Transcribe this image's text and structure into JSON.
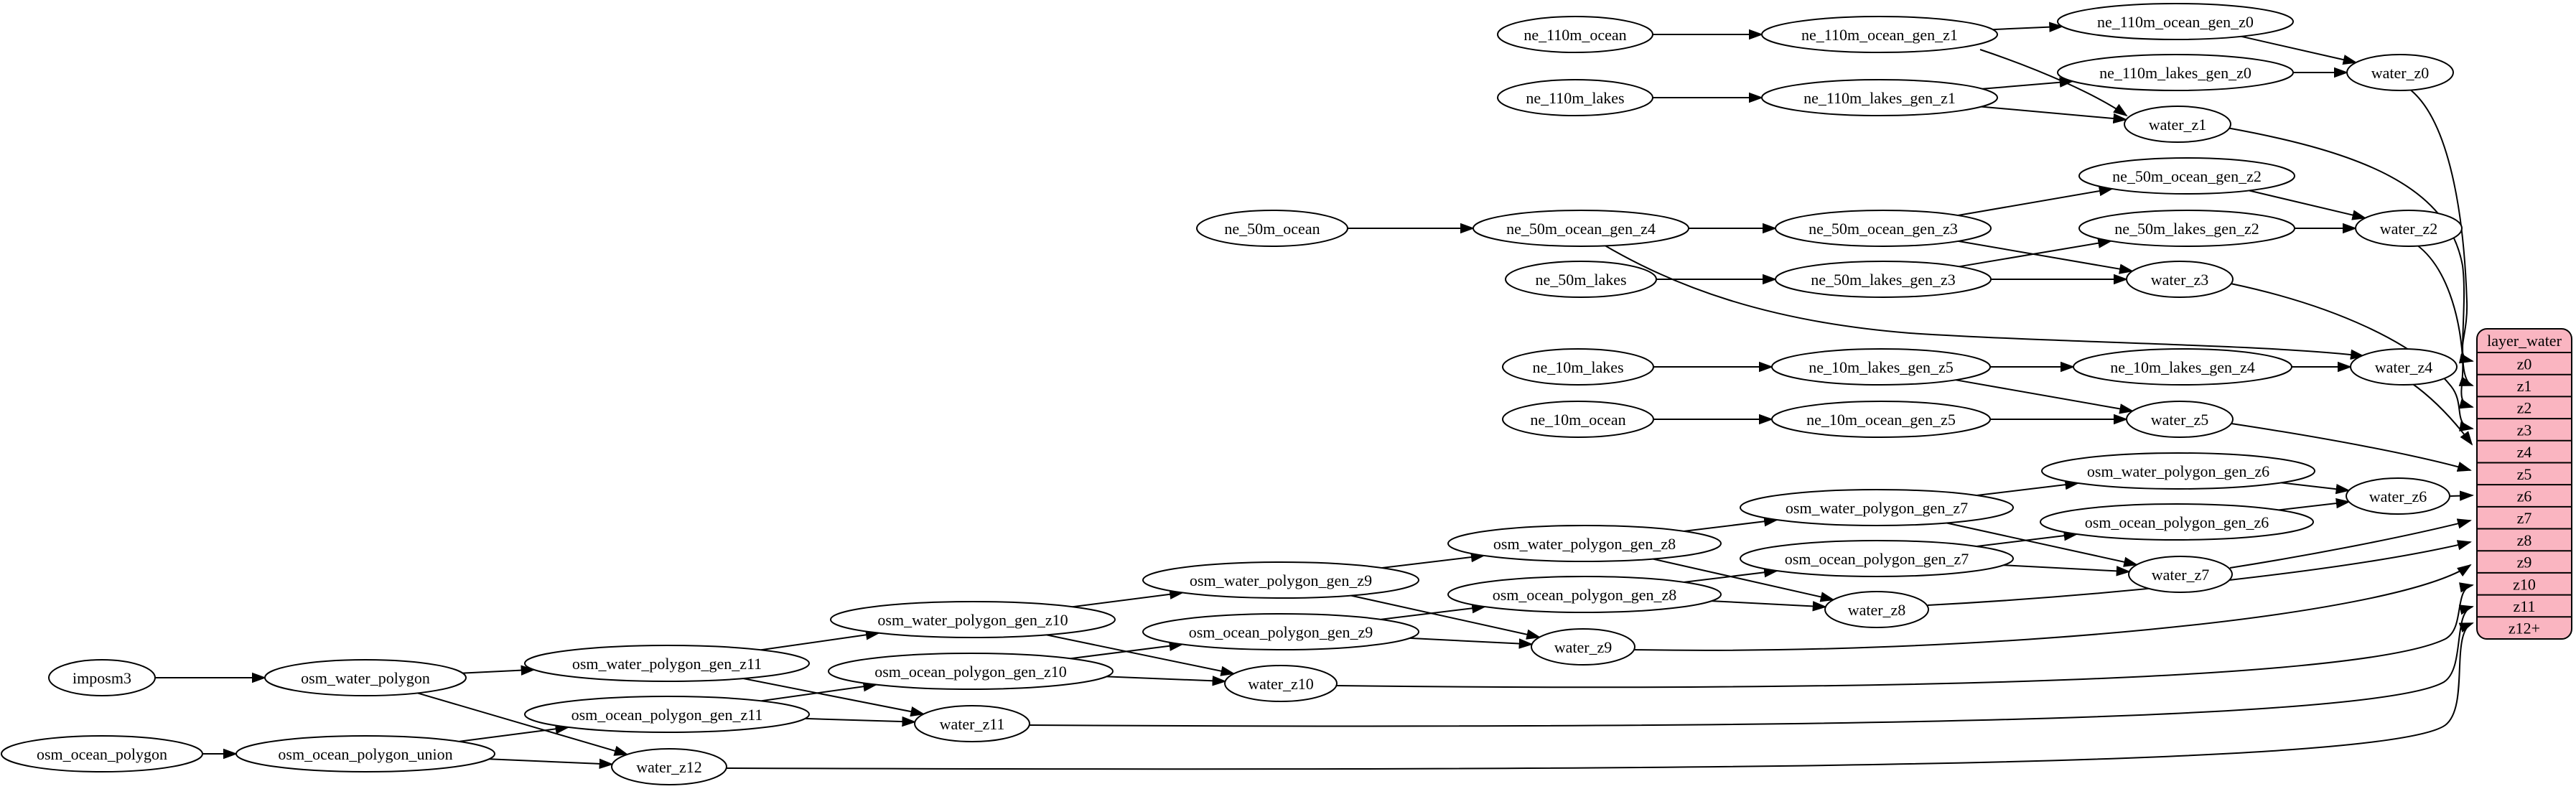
{
  "diagram": {
    "colors": {
      "background": "#ffffff",
      "node_fill": "#ffffff",
      "node_stroke": "#000000",
      "edge_stroke": "#000000",
      "table_fill": "#fab5c1",
      "table_stroke": "#000000",
      "text": "#000000"
    },
    "nodes": [
      {
        "id": "ne_110m_ocean",
        "label": "ne_110m_ocean"
      },
      {
        "id": "ne_110m_ocean_gen_z1",
        "label": "ne_110m_ocean_gen_z1"
      },
      {
        "id": "ne_110m_ocean_gen_z0",
        "label": "ne_110m_ocean_gen_z0"
      },
      {
        "id": "ne_110m_lakes",
        "label": "ne_110m_lakes"
      },
      {
        "id": "ne_110m_lakes_gen_z1",
        "label": "ne_110m_lakes_gen_z1"
      },
      {
        "id": "ne_110m_lakes_gen_z0",
        "label": "ne_110m_lakes_gen_z0"
      },
      {
        "id": "water_z0",
        "label": "water_z0"
      },
      {
        "id": "water_z1",
        "label": "water_z1"
      },
      {
        "id": "ne_50m_ocean",
        "label": "ne_50m_ocean"
      },
      {
        "id": "ne_50m_ocean_gen_z4",
        "label": "ne_50m_ocean_gen_z4"
      },
      {
        "id": "ne_50m_ocean_gen_z3",
        "label": "ne_50m_ocean_gen_z3"
      },
      {
        "id": "ne_50m_ocean_gen_z2",
        "label": "ne_50m_ocean_gen_z2"
      },
      {
        "id": "ne_50m_lakes",
        "label": "ne_50m_lakes"
      },
      {
        "id": "ne_50m_lakes_gen_z3",
        "label": "ne_50m_lakes_gen_z3"
      },
      {
        "id": "ne_50m_lakes_gen_z2",
        "label": "ne_50m_lakes_gen_z2"
      },
      {
        "id": "water_z2",
        "label": "water_z2"
      },
      {
        "id": "water_z3",
        "label": "water_z3"
      },
      {
        "id": "ne_10m_lakes",
        "label": "ne_10m_lakes"
      },
      {
        "id": "ne_10m_lakes_gen_z5",
        "label": "ne_10m_lakes_gen_z5"
      },
      {
        "id": "ne_10m_lakes_gen_z4",
        "label": "ne_10m_lakes_gen_z4"
      },
      {
        "id": "ne_10m_ocean",
        "label": "ne_10m_ocean"
      },
      {
        "id": "ne_10m_ocean_gen_z5",
        "label": "ne_10m_ocean_gen_z5"
      },
      {
        "id": "water_z4",
        "label": "water_z4"
      },
      {
        "id": "water_z5",
        "label": "water_z5"
      },
      {
        "id": "osm_water_polygon_gen_z6",
        "label": "osm_water_polygon_gen_z6"
      },
      {
        "id": "osm_ocean_polygon_gen_z6",
        "label": "osm_ocean_polygon_gen_z6"
      },
      {
        "id": "water_z6",
        "label": "water_z6"
      },
      {
        "id": "osm_water_polygon_gen_z7",
        "label": "osm_water_polygon_gen_z7"
      },
      {
        "id": "osm_ocean_polygon_gen_z7",
        "label": "osm_ocean_polygon_gen_z7"
      },
      {
        "id": "water_z7",
        "label": "water_z7"
      },
      {
        "id": "osm_water_polygon_gen_z8",
        "label": "osm_water_polygon_gen_z8"
      },
      {
        "id": "osm_ocean_polygon_gen_z8",
        "label": "osm_ocean_polygon_gen_z8"
      },
      {
        "id": "water_z8",
        "label": "water_z8"
      },
      {
        "id": "osm_water_polygon_gen_z9",
        "label": "osm_water_polygon_gen_z9"
      },
      {
        "id": "osm_ocean_polygon_gen_z9",
        "label": "osm_ocean_polygon_gen_z9"
      },
      {
        "id": "water_z9",
        "label": "water_z9"
      },
      {
        "id": "osm_water_polygon_gen_z10",
        "label": "osm_water_polygon_gen_z10"
      },
      {
        "id": "osm_ocean_polygon_gen_z10",
        "label": "osm_ocean_polygon_gen_z10"
      },
      {
        "id": "water_z10",
        "label": "water_z10"
      },
      {
        "id": "osm_water_polygon_gen_z11",
        "label": "osm_water_polygon_gen_z11"
      },
      {
        "id": "osm_ocean_polygon_gen_z11",
        "label": "osm_ocean_polygon_gen_z11"
      },
      {
        "id": "water_z11",
        "label": "water_z11"
      },
      {
        "id": "imposm3",
        "label": "imposm3"
      },
      {
        "id": "osm_water_polygon",
        "label": "osm_water_polygon"
      },
      {
        "id": "osm_ocean_polygon",
        "label": "osm_ocean_polygon"
      },
      {
        "id": "osm_ocean_polygon_union",
        "label": "osm_ocean_polygon_union"
      },
      {
        "id": "water_z12",
        "label": "water_z12"
      }
    ],
    "table": {
      "id": "layer_water",
      "title": "layer_water",
      "rows": [
        "z0",
        "z1",
        "z2",
        "z3",
        "z4",
        "z5",
        "z6",
        "z7",
        "z8",
        "z9",
        "z10",
        "z11",
        "z12+"
      ]
    },
    "edges": [
      {
        "from": "ne_110m_ocean",
        "to": "ne_110m_ocean_gen_z1"
      },
      {
        "from": "ne_110m_ocean_gen_z1",
        "to": "ne_110m_ocean_gen_z0"
      },
      {
        "from": "ne_110m_ocean_gen_z1",
        "to": "water_z1"
      },
      {
        "from": "ne_110m_ocean_gen_z0",
        "to": "water_z0"
      },
      {
        "from": "ne_110m_lakes",
        "to": "ne_110m_lakes_gen_z1"
      },
      {
        "from": "ne_110m_lakes_gen_z1",
        "to": "ne_110m_lakes_gen_z0"
      },
      {
        "from": "ne_110m_lakes_gen_z1",
        "to": "water_z1"
      },
      {
        "from": "ne_110m_lakes_gen_z0",
        "to": "water_z0"
      },
      {
        "from": "water_z0",
        "to": "layer_water.z0"
      },
      {
        "from": "water_z1",
        "to": "layer_water.z1"
      },
      {
        "from": "ne_50m_ocean",
        "to": "ne_50m_ocean_gen_z4"
      },
      {
        "from": "ne_50m_ocean_gen_z4",
        "to": "ne_50m_ocean_gen_z3"
      },
      {
        "from": "ne_50m_ocean_gen_z4",
        "to": "water_z4"
      },
      {
        "from": "ne_50m_ocean_gen_z3",
        "to": "ne_50m_ocean_gen_z2"
      },
      {
        "from": "ne_50m_ocean_gen_z3",
        "to": "water_z3"
      },
      {
        "from": "ne_50m_ocean_gen_z2",
        "to": "water_z2"
      },
      {
        "from": "ne_50m_lakes",
        "to": "ne_50m_lakes_gen_z3"
      },
      {
        "from": "ne_50m_lakes_gen_z3",
        "to": "ne_50m_lakes_gen_z2"
      },
      {
        "from": "ne_50m_lakes_gen_z3",
        "to": "water_z3"
      },
      {
        "from": "ne_50m_lakes_gen_z2",
        "to": "water_z2"
      },
      {
        "from": "water_z2",
        "to": "layer_water.z2"
      },
      {
        "from": "water_z3",
        "to": "layer_water.z3"
      },
      {
        "from": "ne_10m_lakes",
        "to": "ne_10m_lakes_gen_z5"
      },
      {
        "from": "ne_10m_lakes_gen_z5",
        "to": "ne_10m_lakes_gen_z4"
      },
      {
        "from": "ne_10m_lakes_gen_z5",
        "to": "water_z5"
      },
      {
        "from": "ne_10m_lakes_gen_z4",
        "to": "water_z4"
      },
      {
        "from": "ne_10m_ocean",
        "to": "ne_10m_ocean_gen_z5"
      },
      {
        "from": "ne_10m_ocean_gen_z5",
        "to": "water_z5"
      },
      {
        "from": "water_z4",
        "to": "layer_water.z4"
      },
      {
        "from": "water_z5",
        "to": "layer_water.z5"
      },
      {
        "from": "imposm3",
        "to": "osm_water_polygon"
      },
      {
        "from": "osm_water_polygon",
        "to": "osm_water_polygon_gen_z11"
      },
      {
        "from": "osm_water_polygon",
        "to": "water_z12"
      },
      {
        "from": "osm_ocean_polygon",
        "to": "osm_ocean_polygon_union"
      },
      {
        "from": "osm_ocean_polygon_union",
        "to": "osm_ocean_polygon_gen_z11"
      },
      {
        "from": "osm_ocean_polygon_union",
        "to": "water_z12"
      },
      {
        "from": "osm_water_polygon_gen_z11",
        "to": "osm_water_polygon_gen_z10"
      },
      {
        "from": "osm_water_polygon_gen_z11",
        "to": "water_z11"
      },
      {
        "from": "osm_ocean_polygon_gen_z11",
        "to": "osm_ocean_polygon_gen_z10"
      },
      {
        "from": "osm_ocean_polygon_gen_z11",
        "to": "water_z11"
      },
      {
        "from": "osm_water_polygon_gen_z10",
        "to": "osm_water_polygon_gen_z9"
      },
      {
        "from": "osm_water_polygon_gen_z10",
        "to": "water_z10"
      },
      {
        "from": "osm_ocean_polygon_gen_z10",
        "to": "osm_ocean_polygon_gen_z9"
      },
      {
        "from": "osm_ocean_polygon_gen_z10",
        "to": "water_z10"
      },
      {
        "from": "osm_water_polygon_gen_z9",
        "to": "osm_water_polygon_gen_z8"
      },
      {
        "from": "osm_water_polygon_gen_z9",
        "to": "water_z9"
      },
      {
        "from": "osm_ocean_polygon_gen_z9",
        "to": "osm_ocean_polygon_gen_z8"
      },
      {
        "from": "osm_ocean_polygon_gen_z9",
        "to": "water_z9"
      },
      {
        "from": "osm_water_polygon_gen_z8",
        "to": "osm_water_polygon_gen_z7"
      },
      {
        "from": "osm_water_polygon_gen_z8",
        "to": "water_z8"
      },
      {
        "from": "osm_ocean_polygon_gen_z8",
        "to": "osm_ocean_polygon_gen_z7"
      },
      {
        "from": "osm_ocean_polygon_gen_z8",
        "to": "water_z8"
      },
      {
        "from": "osm_water_polygon_gen_z7",
        "to": "osm_water_polygon_gen_z6"
      },
      {
        "from": "osm_water_polygon_gen_z7",
        "to": "water_z7"
      },
      {
        "from": "osm_ocean_polygon_gen_z7",
        "to": "osm_ocean_polygon_gen_z6"
      },
      {
        "from": "osm_ocean_polygon_gen_z7",
        "to": "water_z7"
      },
      {
        "from": "osm_water_polygon_gen_z6",
        "to": "water_z6"
      },
      {
        "from": "osm_ocean_polygon_gen_z6",
        "to": "water_z6"
      },
      {
        "from": "water_z6",
        "to": "layer_water.z6"
      },
      {
        "from": "water_z7",
        "to": "layer_water.z7"
      },
      {
        "from": "water_z8",
        "to": "layer_water.z8"
      },
      {
        "from": "water_z9",
        "to": "layer_water.z9"
      },
      {
        "from": "water_z10",
        "to": "layer_water.z10"
      },
      {
        "from": "water_z11",
        "to": "layer_water.z11"
      },
      {
        "from": "water_z12",
        "to": "layer_water.z12+"
      }
    ]
  }
}
